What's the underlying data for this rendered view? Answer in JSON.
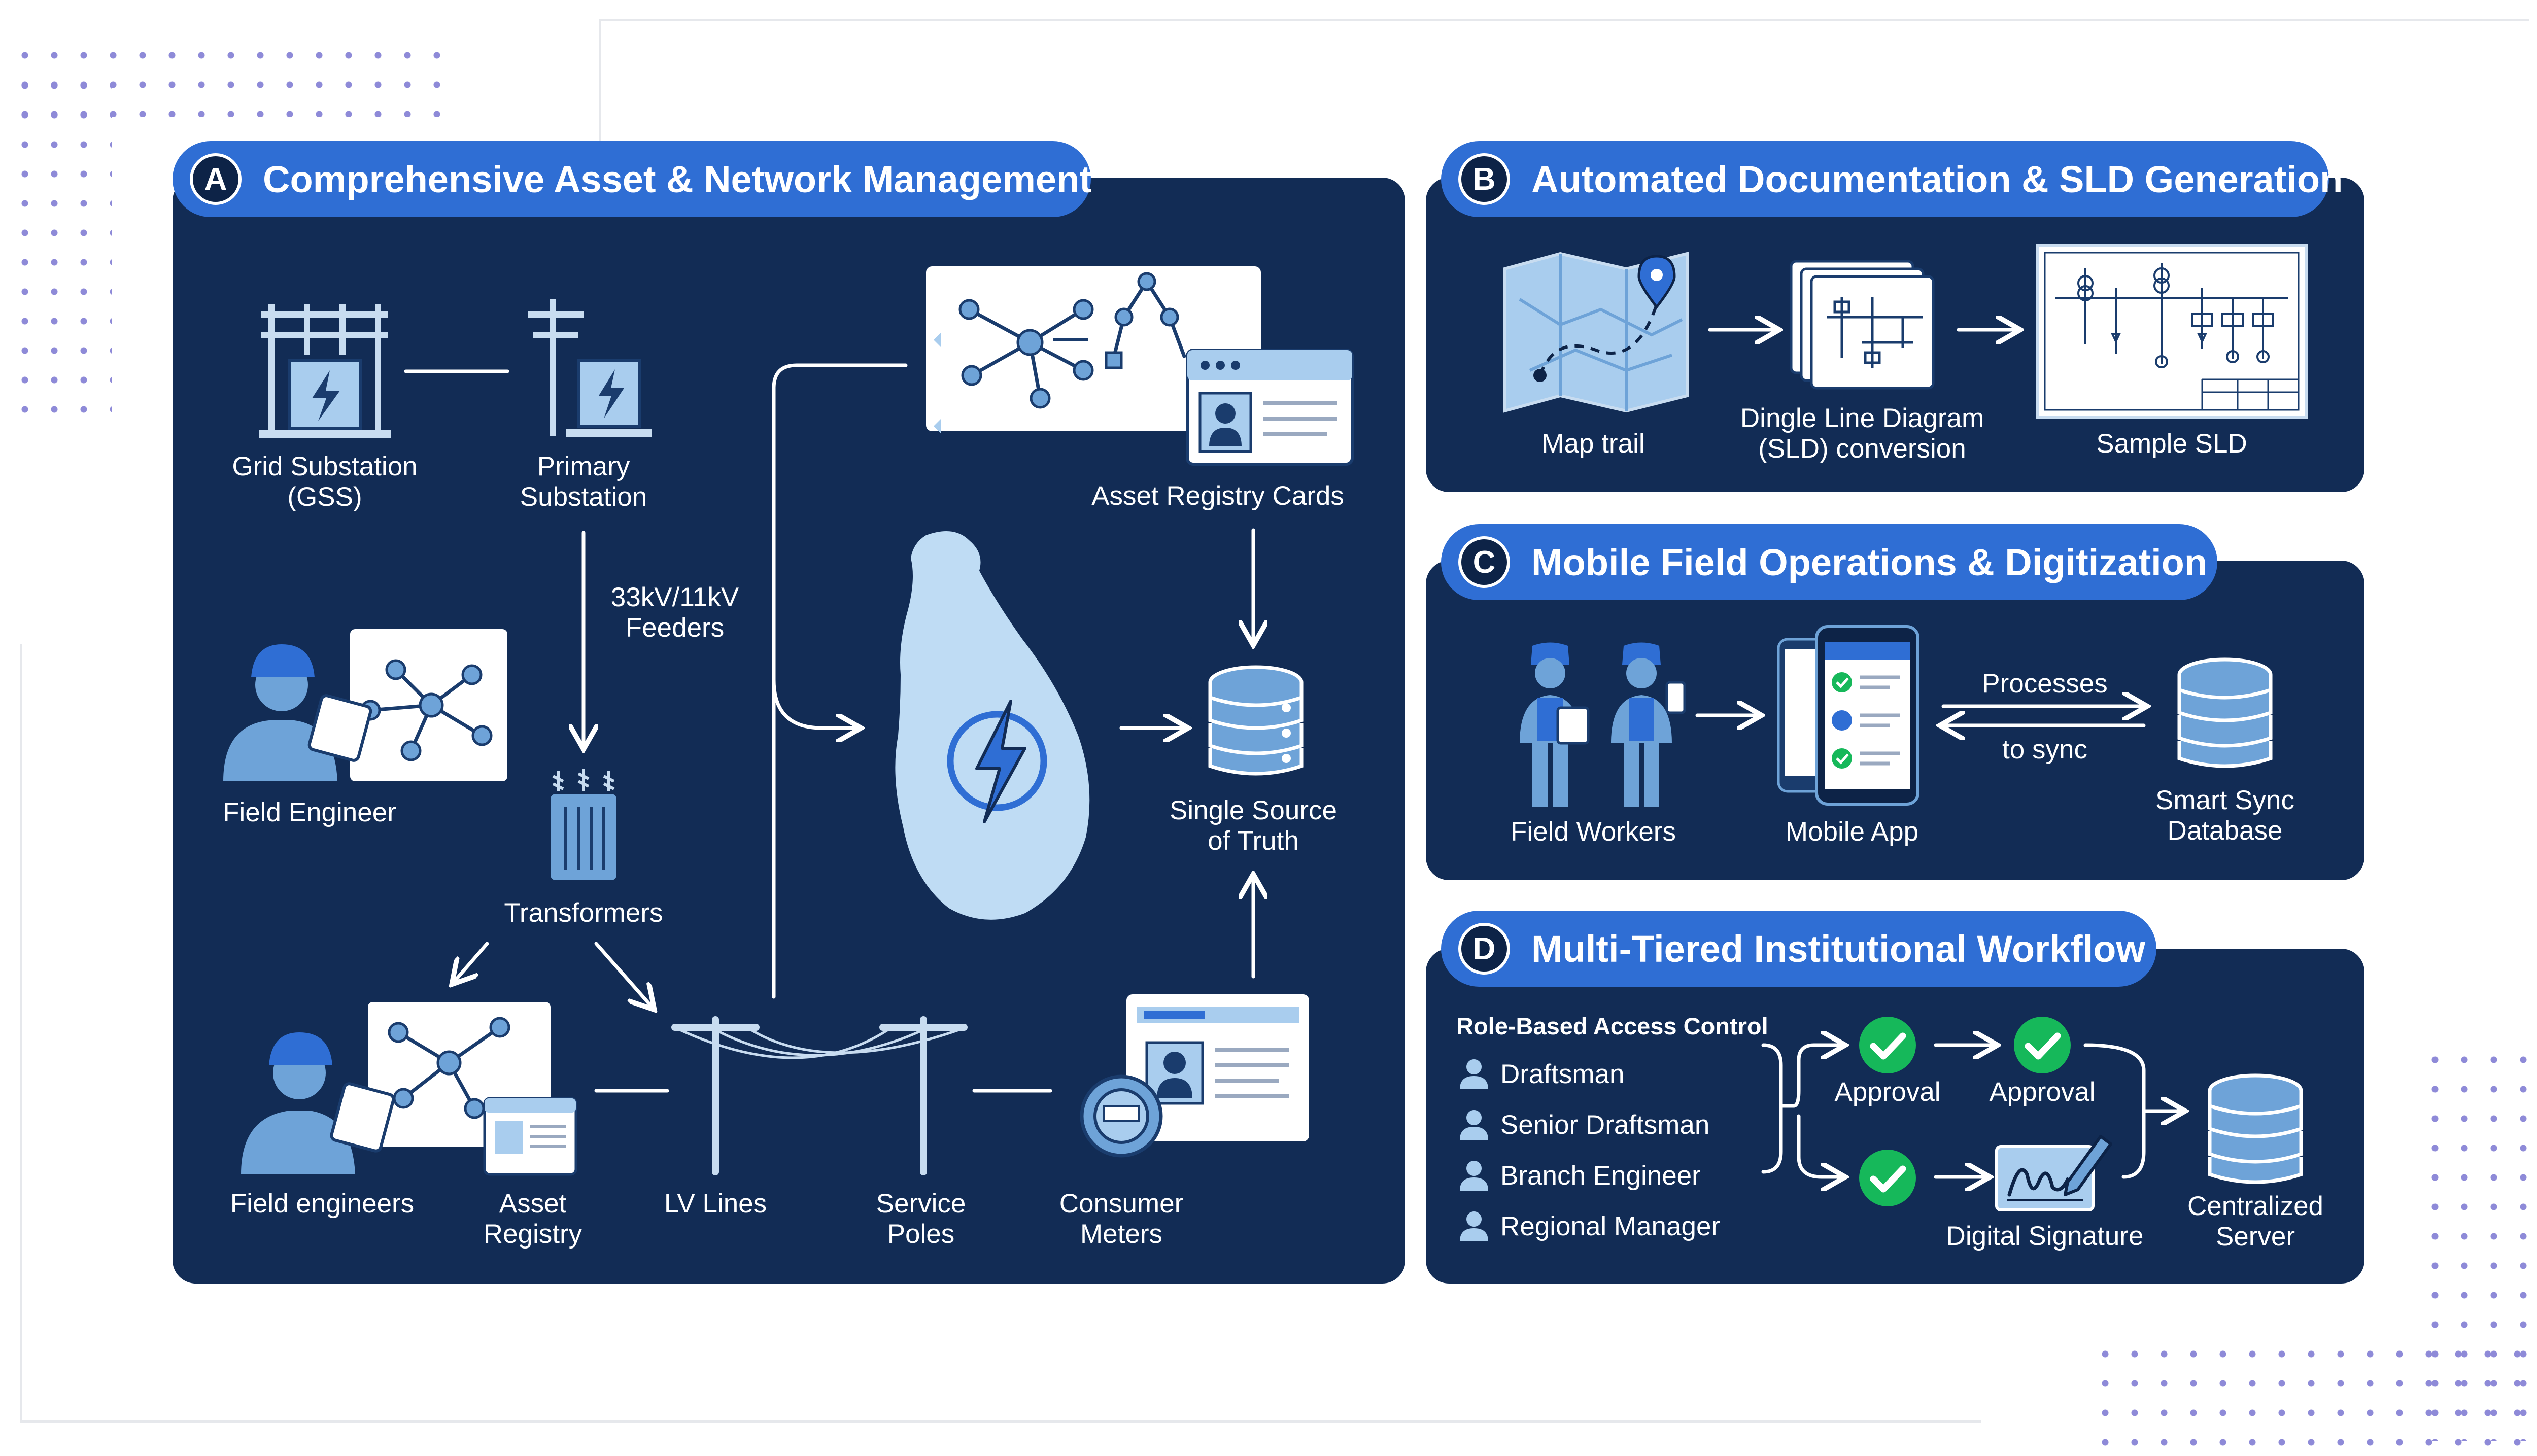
{
  "colors": {
    "panel": "#122c55",
    "tab": "#2f6ed4",
    "icon_light": "#a9cdee",
    "icon_mid": "#6ea3d8",
    "check": "#16b85a"
  },
  "panel_a": {
    "letter": "A",
    "title": "Comprehensive Asset & Network Management",
    "grid_substation": "Grid Substation\n(GSS)",
    "primary_substation": "Primary\nSubstation",
    "feeders": "33kV/11kV\nFeeders",
    "field_engineer": "Field Engineer",
    "transformers": "Transformers",
    "field_engineers": "Field engineers",
    "asset_registry": "Asset\nRegistry",
    "lv_lines": "LV Lines",
    "service_poles": "Service\nPoles",
    "consumer_meters": "Consumer\nMeters",
    "asset_registry_cards": "Asset Registry Cards",
    "single_source": "Single Source\nof Truth"
  },
  "panel_b": {
    "letter": "B",
    "title": "Automated Documentation & SLD Generation",
    "map_trail": "Map trail",
    "sld_conversion": "Dingle Line Diagram\n(SLD) conversion",
    "sample_sld": "Sample SLD"
  },
  "panel_c": {
    "letter": "C",
    "title": "Mobile Field Operations & Digitization",
    "field_workers": "Field Workers",
    "mobile_app": "Mobile App",
    "processes": "Processes",
    "to_sync": "to sync",
    "smart_sync": "Smart Sync\nDatabase"
  },
  "panel_d": {
    "letter": "D",
    "title": "Multi-Tiered Institutional Workflow",
    "rbac": "Role-Based Access Control",
    "roles": [
      "Draftsman",
      "Senior Draftsman",
      "Branch Engineer",
      "Regional Manager"
    ],
    "approval_1": "Approval",
    "approval_2": "Approval",
    "digital_signature": "Digital Signature",
    "centralized_server": "Centralized\nServer"
  }
}
